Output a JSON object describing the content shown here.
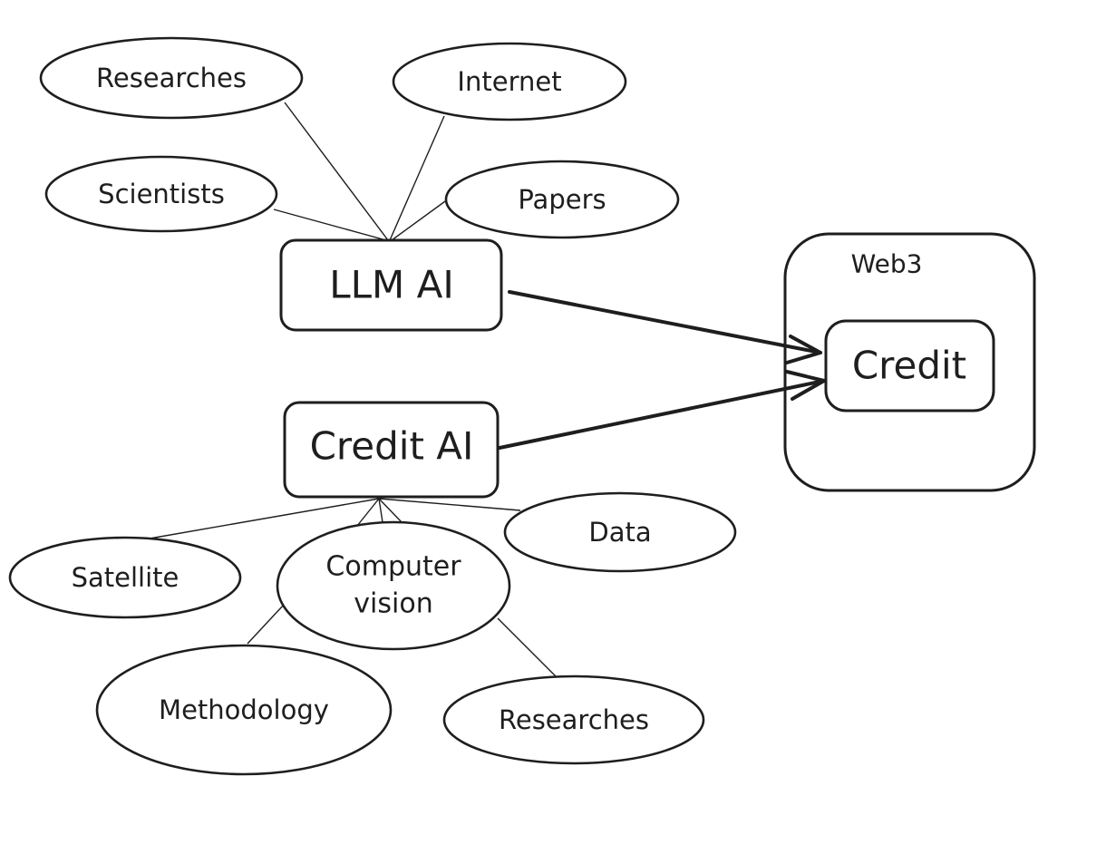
{
  "nodes": {
    "llm_ai": "LLM AI",
    "credit_ai": "Credit AI",
    "web3": "Web3",
    "credit": "Credit",
    "researches_top": "Researches",
    "internet": "Internet",
    "scientists": "Scientists",
    "papers": "Papers",
    "satellite": "Satellite",
    "computer_vision_line1": "Computer",
    "computer_vision_line2": "vision",
    "data": "Data",
    "methodology": "Methodology",
    "researches_bottom": "Researches"
  }
}
